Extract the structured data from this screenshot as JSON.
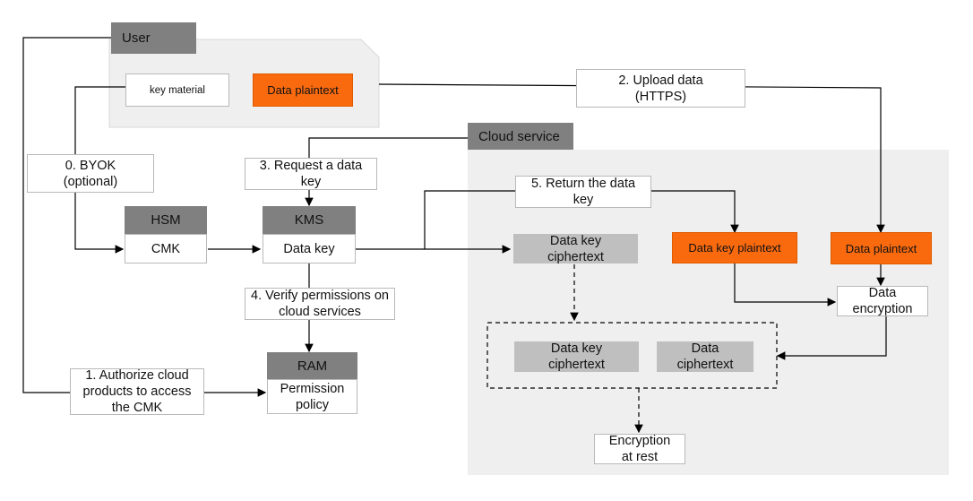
{
  "user": {
    "title": "User",
    "key_material": "key material",
    "data_plaintext": "Data plaintext"
  },
  "cloud_service": {
    "title": "Cloud service"
  },
  "hsm": {
    "title": "HSM",
    "cmk": "CMK"
  },
  "kms": {
    "title": "KMS",
    "data_key": "Data key"
  },
  "ram": {
    "title": "RAM",
    "policy": "Permission policy"
  },
  "steps": {
    "byok": "0. BYOK (optional)",
    "authorize": "1. Authorize cloud products to access the CMK",
    "upload": "2. Upload data (HTTPS)",
    "request": "3. Request a data key",
    "verify": "4. Verify permissions on cloud services",
    "return_key": "5. Return the data key"
  },
  "cloud": {
    "data_key_ciphertext": "Data key ciphertext",
    "data_key_plaintext": "Data key plaintext",
    "data_plaintext": "Data plaintext",
    "data_encryption": "Data encryption",
    "stored_key_ciphertext": "Data key ciphertext",
    "stored_data_ciphertext": "Data ciphertext",
    "encryption_at_rest": "Encryption at rest"
  },
  "colors": {
    "accent": "#f96a0f",
    "header": "#808080",
    "panel": "#efefef",
    "ciphertext": "#bfbfbf"
  }
}
